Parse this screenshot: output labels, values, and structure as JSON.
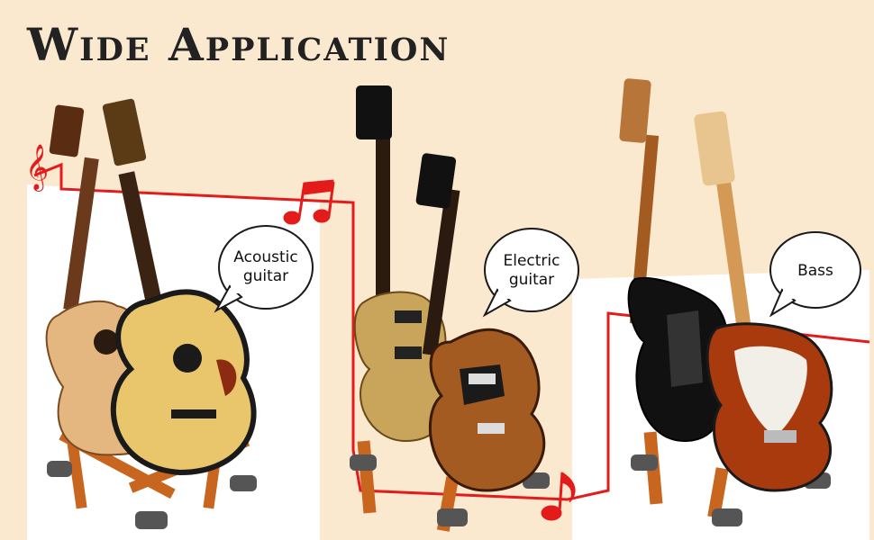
{
  "title": "Wide Application",
  "bubbles": {
    "acoustic": "Acoustic guitar",
    "electric": "Electric guitar",
    "bass": "Bass"
  },
  "colors": {
    "background": "#fbe9cf",
    "panel": "#ffffff",
    "line": "#e31b1b",
    "stand": "#c8651f"
  }
}
